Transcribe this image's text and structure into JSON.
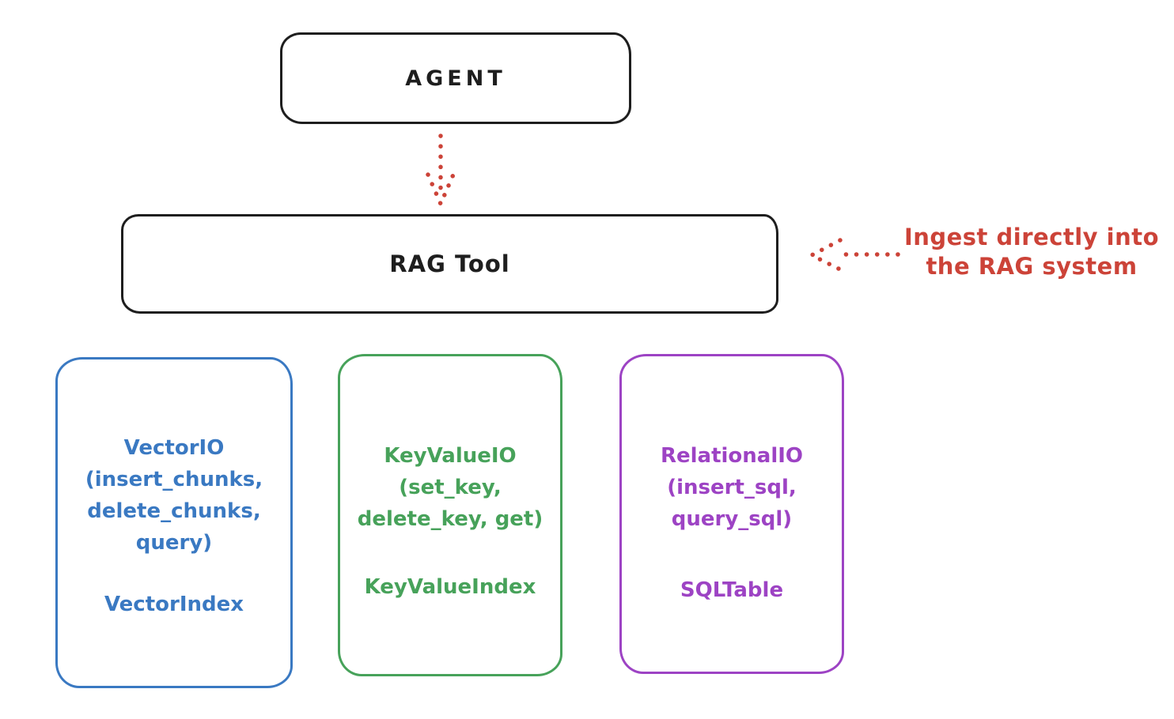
{
  "diagram": {
    "title_hint": "RAG Tool architecture sketch",
    "colors": {
      "stroke": "#1e1e1e",
      "red": "#cc4338",
      "blue": "#3a79c2",
      "green": "#47a25a",
      "purple": "#9d43c4",
      "background": "#ffffff"
    },
    "agent": {
      "label": "AGENT"
    },
    "rag_tool": {
      "label": "RAG Tool"
    },
    "annotation": {
      "line1": "Ingest directly into",
      "line2": "the RAG system"
    },
    "arrows": [
      {
        "name": "agent-to-rag-dotted-arrow",
        "direction": "down"
      },
      {
        "name": "annotation-to-rag-dotted-arrow",
        "direction": "left"
      }
    ],
    "backends": [
      {
        "id": "vector-io",
        "lines": [
          "VectorIO",
          "(insert_chunks,",
          "delete_chunks,",
          "query)"
        ],
        "index": "VectorIndex"
      },
      {
        "id": "keyvalue-io",
        "lines": [
          "KeyValueIO",
          "(set_key,",
          "delete_key, get)"
        ],
        "index": "KeyValueIndex"
      },
      {
        "id": "relational-io",
        "lines": [
          "RelationalIO",
          "(insert_sql,",
          "query_sql)"
        ],
        "index": "SQLTable"
      }
    ]
  }
}
